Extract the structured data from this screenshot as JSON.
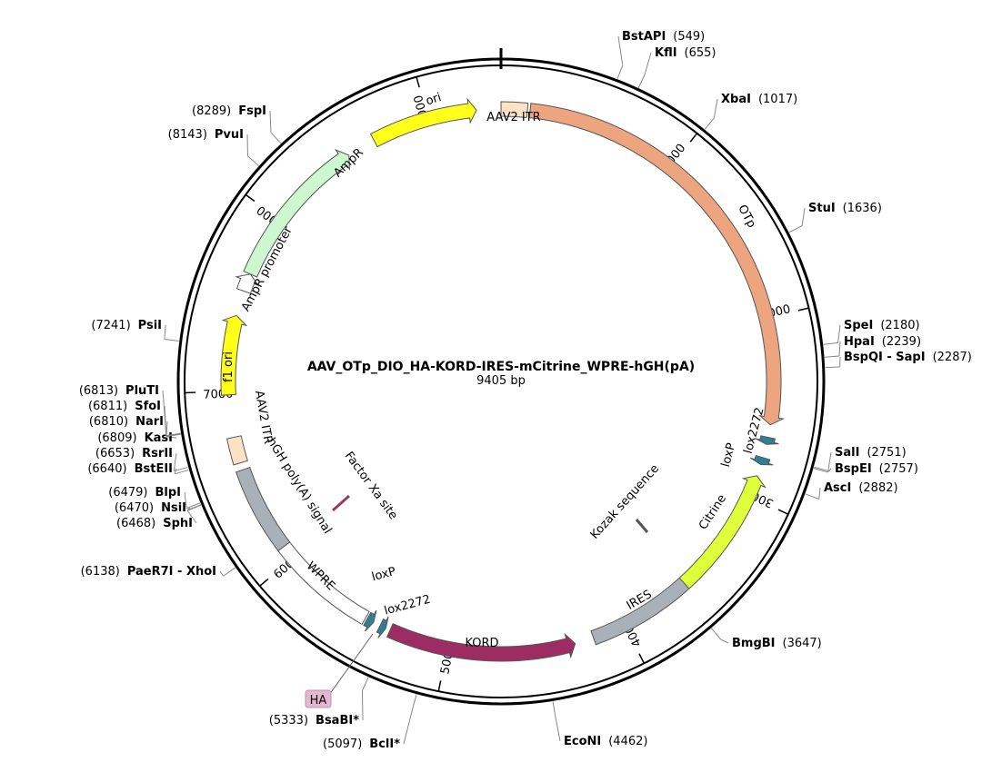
{
  "title": "AAV_OTp_DIO_HA-KORD-IRES-mCitrine_WPRE-hGH(pA)",
  "length_label": "9405 bp",
  "total_bp": 9405,
  "ticks": [
    {
      "bp": 0,
      "label": ""
    },
    {
      "bp": 1000,
      "label": "1000"
    },
    {
      "bp": 2000,
      "label": "2000"
    },
    {
      "bp": 3000,
      "label": "3000"
    },
    {
      "bp": 4000,
      "label": "4000"
    },
    {
      "bp": 5000,
      "label": "5000"
    },
    {
      "bp": 6000,
      "label": "6000"
    },
    {
      "bp": 7000,
      "label": "7000"
    },
    {
      "bp": 8000,
      "label": "8000"
    },
    {
      "bp": 9000,
      "label": "9000"
    }
  ],
  "sites": [
    {
      "name": "BstAPI",
      "pos": "(549)",
      "bp": 549
    },
    {
      "name": "KflI",
      "pos": "(655)",
      "bp": 655
    },
    {
      "name": "XbaI",
      "pos": "(1017)",
      "bp": 1017
    },
    {
      "name": "StuI",
      "pos": "(1636)",
      "bp": 1636
    },
    {
      "name": "SpeI",
      "pos": "(2180)",
      "bp": 2180
    },
    {
      "name": "HpaI",
      "pos": "(2239)",
      "bp": 2239
    },
    {
      "name": "BspQI - SapI",
      "pos": "(2287)",
      "bp": 2287
    },
    {
      "name": "SalI",
      "pos": "(2751)",
      "bp": 2751
    },
    {
      "name": "BspEI",
      "pos": "(2757)",
      "bp": 2757
    },
    {
      "name": "AscI",
      "pos": "(2882)",
      "bp": 2882
    },
    {
      "name": "BmgBI",
      "pos": "(3647)",
      "bp": 3647
    },
    {
      "name": "EcoNI",
      "pos": "(4462)",
      "bp": 4462
    },
    {
      "name": "BclI*",
      "pos": "(5097)",
      "bp": 5097
    },
    {
      "name": "BsaBI*",
      "pos": "(5333)",
      "bp": 5333
    },
    {
      "name": "PaeR7I - XhoI",
      "pos": "(6138)",
      "bp": 6138
    },
    {
      "name": "SphI",
      "pos": "(6468)",
      "bp": 6468
    },
    {
      "name": "NsiI",
      "pos": "(6470)",
      "bp": 6470
    },
    {
      "name": "BlpI",
      "pos": "(6479)",
      "bp": 6479
    },
    {
      "name": "BstEII",
      "pos": "(6640)",
      "bp": 6640
    },
    {
      "name": "RsrII",
      "pos": "(6653)",
      "bp": 6653
    },
    {
      "name": "KasI",
      "pos": "(6809)",
      "bp": 6809
    },
    {
      "name": "NarI",
      "pos": "(6810)",
      "bp": 6810
    },
    {
      "name": "SfoI",
      "pos": "(6811)",
      "bp": 6811
    },
    {
      "name": "PluTI",
      "pos": "(6813)",
      "bp": 6813
    },
    {
      "name": "PsiI",
      "pos": "(7241)",
      "bp": 7241
    },
    {
      "name": "PvuI",
      "pos": "(8143)",
      "bp": 8143
    },
    {
      "name": "FspI",
      "pos": "(8289)",
      "bp": 8289
    }
  ],
  "features": [
    {
      "name": "AAV2 ITR",
      "color": "#fde2c5",
      "start": 0,
      "end": 145,
      "dir": "none"
    },
    {
      "name": "OTp",
      "color": "#eca57e",
      "start": 160,
      "end": 2590,
      "dir": "cw"
    },
    {
      "name": "lox2272",
      "color": "#2f7f94",
      "start": 2660,
      "end": 2700,
      "dir": "cw"
    },
    {
      "name": "loxP",
      "color": "#2f7f94",
      "start": 2775,
      "end": 2815,
      "dir": "cw"
    },
    {
      "name": "Citrine",
      "color": "#dfff3b",
      "start": 2880,
      "end": 3600,
      "dir": "ccw"
    },
    {
      "name": "IRES",
      "color": "#a9b0b8",
      "start": 3600,
      "end": 4185,
      "dir": "none"
    },
    {
      "name": "KORD",
      "color": "#9c2c62",
      "start": 4290,
      "end": 5330,
      "dir": "ccw"
    },
    {
      "name": "lox2272",
      "color": "#2f7f94",
      "start": 5355,
      "end": 5390,
      "dir": "ccw"
    },
    {
      "name": "loxP",
      "color": "#2f7f94",
      "start": 5430,
      "end": 5470,
      "dir": "ccw"
    },
    {
      "name": "WPRE",
      "color": "#ffffff",
      "start": 5480,
      "end": 6080,
      "dir": "none"
    },
    {
      "name": "hGH poly(A) signal",
      "color": "#a9b0b8",
      "start": 6080,
      "end": 6560,
      "dir": "none"
    },
    {
      "name": "AAV2 ITR",
      "color": "#fde2c5",
      "start": 6600,
      "end": 6745,
      "dir": "none"
    },
    {
      "name": "f1 ori",
      "color": "#ffff1a",
      "start": 6980,
      "end": 7420,
      "dir": "cw"
    },
    {
      "name": "AmpR promoter",
      "color": "#ffffff",
      "start": 7560,
      "end": 7660,
      "dir": "cw"
    },
    {
      "name": "AmpR",
      "color": "#ccf7cf",
      "start": 7660,
      "end": 8520,
      "dir": "cw"
    },
    {
      "name": "ori",
      "color": "#ffff1a",
      "start": 8680,
      "end": 9270,
      "dir": "cw"
    }
  ],
  "inner_labels": [
    {
      "text": "Kozak sequence"
    },
    {
      "text": "Factor Xa site"
    },
    {
      "text": "HA"
    }
  ],
  "colors": {
    "backbone": "#000000",
    "ha_tag": "#e5b6d0",
    "small_mark": "#9b3a5f"
  }
}
